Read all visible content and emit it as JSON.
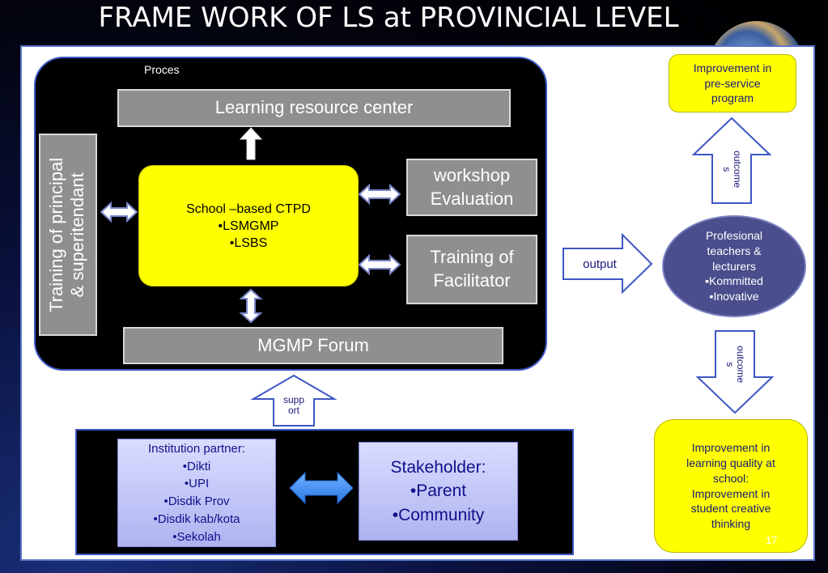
{
  "title": "FRAME WORK OF LS at PROVINCIAL LEVEL",
  "process": {
    "label": "Proces",
    "learning_resource_center": "Learning resource center",
    "mgmp_forum": "MGMP Forum",
    "workshop": [
      "workshop",
      "Evaluation"
    ],
    "training_facilitator": [
      "Training of",
      "Facilitator"
    ],
    "training_principal": [
      "Training of principal",
      "& superitendant"
    ],
    "school_based": {
      "lines": [
        "School –based CTPD",
        "•LSMGMP",
        "•LSBS"
      ]
    }
  },
  "output_label": "output",
  "support_label": [
    "supp",
    "ort"
  ],
  "outcomes_label_top": [
    "outcome",
    "s"
  ],
  "outcomes_label_bottom": [
    "outcome",
    "s"
  ],
  "preservice": [
    "Improvement in",
    "pre-service",
    "program"
  ],
  "profesional": [
    "Profesional",
    "teachers &",
    "lecturers",
    "▪Kommitted",
    "▪Inovative"
  ],
  "learning_quality": [
    "Improvement in",
    "learning quality at",
    "school:",
    "Improvement in",
    "student creative",
    "thinking"
  ],
  "institution": [
    "Institution partner:",
    "•Dikti",
    "•UPI",
    "•Disdik Prov",
    "•Disdik kab/kota",
    "•Sekolah"
  ],
  "stakeholder": [
    "Stakeholder:",
    "•Parent",
    "•Community"
  ],
  "page_number": "17",
  "colors": {
    "yellow": "#ffff00",
    "gray_box": "#8f8f8f",
    "navy_ellipse": "#4a4e8c",
    "lavender": "#c4c8fa",
    "blue_arrow": "#3f8ef0"
  }
}
